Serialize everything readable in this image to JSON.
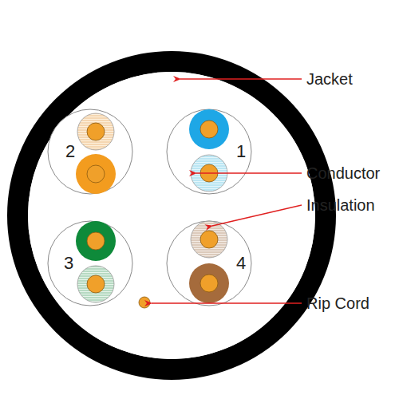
{
  "diagram": {
    "labels": [
      "Jacket",
      "Conductor",
      "Insulation",
      "Rip Cord",
      "2",
      "1",
      "3",
      "4"
    ]
  }
}
